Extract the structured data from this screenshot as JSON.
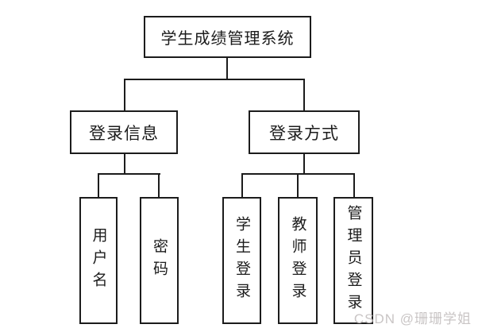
{
  "diagram": {
    "root": {
      "label": "学生成绩管理系统"
    },
    "branches": [
      {
        "label": "登录信息",
        "children": [
          {
            "label": "用户名"
          },
          {
            "label": "密码"
          }
        ]
      },
      {
        "label": "登录方式",
        "children": [
          {
            "label": "学生登录"
          },
          {
            "label": "教师登录"
          },
          {
            "label": "管理员登录"
          }
        ]
      }
    ],
    "line_color": "#1c1c1c",
    "box_fill": "#ffffff"
  },
  "watermark": {
    "text": "CSDN @珊珊学姐",
    "color": "#c9c5c5"
  }
}
